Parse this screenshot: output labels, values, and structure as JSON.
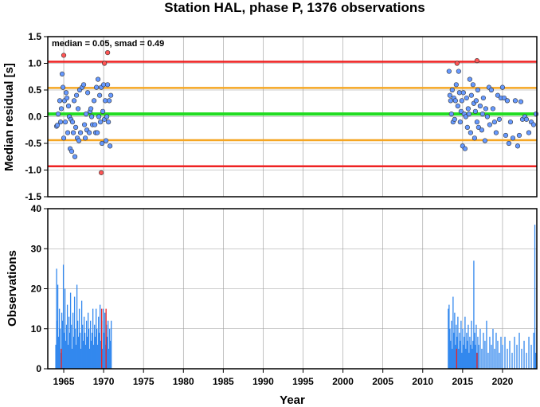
{
  "chart_data": [
    {
      "type": "scatter",
      "title": "Station HAL, phase P, 1376 observations",
      "xlabel": "",
      "ylabel": "Median residual [s]",
      "annotation": "median = 0.05, smad = 0.49",
      "xlim": [
        1963.0,
        2024.3
      ],
      "ylim": [
        -1.5,
        1.5
      ],
      "yticks": [
        "1.5",
        "1.0",
        "0.5",
        "0.0",
        "-0.5",
        "-1.0",
        "-1.5"
      ],
      "reference_lines": [
        {
          "name": "median",
          "value": 0.05,
          "color": "#22dd22"
        },
        {
          "name": "median +/- 1 smad",
          "values": [
            0.54,
            -0.44
          ],
          "color": "#f5a623"
        },
        {
          "name": "median +/- 2 smad",
          "values": [
            1.03,
            -0.93
          ],
          "color": "#ee2222"
        }
      ],
      "colors": {
        "inlier": "#6699ff",
        "outlier": "#ff5555"
      },
      "series": [
        {
          "kind": "inlier",
          "points": [
            [
              1964.1,
              -0.18
            ],
            [
              1964.2,
              -0.16
            ],
            [
              1964.3,
              0.05
            ],
            [
              1964.5,
              0.3
            ],
            [
              1964.6,
              -0.1
            ],
            [
              1964.7,
              0.15
            ],
            [
              1964.8,
              0.8
            ],
            [
              1964.9,
              0.55
            ],
            [
              1965.0,
              -0.4
            ],
            [
              1965.1,
              0.3
            ],
            [
              1965.2,
              -0.1
            ],
            [
              1965.3,
              0.45
            ],
            [
              1965.4,
              0.35
            ],
            [
              1965.5,
              -0.3
            ],
            [
              1965.6,
              0.2
            ],
            [
              1965.7,
              0.0
            ],
            [
              1965.8,
              -0.6
            ],
            [
              1965.9,
              -0.05
            ],
            [
              1966.0,
              -0.65
            ],
            [
              1966.1,
              -0.1
            ],
            [
              1966.2,
              -0.3
            ],
            [
              1966.3,
              0.3
            ],
            [
              1966.4,
              -0.75
            ],
            [
              1966.5,
              -0.2
            ],
            [
              1966.6,
              0.4
            ],
            [
              1966.7,
              -0.4
            ],
            [
              1966.8,
              0.15
            ],
            [
              1966.9,
              -0.45
            ],
            [
              1967.0,
              0.5
            ],
            [
              1967.1,
              -0.3
            ],
            [
              1967.3,
              0.55
            ],
            [
              1967.5,
              0.6
            ],
            [
              1967.6,
              -0.15
            ],
            [
              1967.7,
              -0.4
            ],
            [
              1967.8,
              0.05
            ],
            [
              1967.9,
              -0.25
            ],
            [
              1968.0,
              0.45
            ],
            [
              1968.2,
              -0.3
            ],
            [
              1968.3,
              0.1
            ],
            [
              1968.4,
              0.15
            ],
            [
              1968.5,
              0.0
            ],
            [
              1968.6,
              -0.15
            ],
            [
              1968.8,
              0.3
            ],
            [
              1968.9,
              -0.15
            ],
            [
              1969.0,
              -0.3
            ],
            [
              1969.1,
              0.55
            ],
            [
              1969.2,
              -0.3
            ],
            [
              1969.3,
              0.7
            ],
            [
              1969.4,
              0.0
            ],
            [
              1969.5,
              0.4
            ],
            [
              1969.6,
              -0.1
            ],
            [
              1969.7,
              0.55
            ],
            [
              1969.8,
              -0.5
            ],
            [
              1969.9,
              0.1
            ],
            [
              1970.0,
              0.6
            ],
            [
              1970.1,
              -0.05
            ],
            [
              1970.2,
              0.3
            ],
            [
              1970.3,
              -0.45
            ],
            [
              1970.4,
              0.0
            ],
            [
              1970.5,
              0.6
            ],
            [
              1970.6,
              -0.1
            ],
            [
              1970.7,
              0.3
            ],
            [
              1970.8,
              -0.55
            ],
            [
              1970.9,
              0.4
            ],
            [
              2013.3,
              0.85
            ],
            [
              2013.4,
              0.4
            ],
            [
              2013.5,
              0.3
            ],
            [
              2013.6,
              0.05
            ],
            [
              2013.7,
              0.5
            ],
            [
              2013.8,
              -0.1
            ],
            [
              2013.9,
              0.35
            ],
            [
              2014.0,
              -0.05
            ],
            [
              2014.1,
              0.3
            ],
            [
              2014.2,
              0.6
            ],
            [
              2014.4,
              0.2
            ],
            [
              2014.5,
              0.85
            ],
            [
              2014.6,
              0.45
            ],
            [
              2014.7,
              -0.1
            ],
            [
              2014.8,
              0.1
            ],
            [
              2014.9,
              0.3
            ],
            [
              2015.0,
              -0.55
            ],
            [
              2015.1,
              0.45
            ],
            [
              2015.2,
              0.05
            ],
            [
              2015.3,
              -0.6
            ],
            [
              2015.4,
              0.0
            ],
            [
              2015.5,
              0.35
            ],
            [
              2015.6,
              -0.2
            ],
            [
              2015.7,
              0.15
            ],
            [
              2015.8,
              0.05
            ],
            [
              2015.9,
              0.7
            ],
            [
              2016.0,
              -0.3
            ],
            [
              2016.1,
              0.4
            ],
            [
              2016.3,
              0.6
            ],
            [
              2016.4,
              0.25
            ],
            [
              2016.5,
              -0.4
            ],
            [
              2016.6,
              0.1
            ],
            [
              2016.7,
              0.3
            ],
            [
              2016.8,
              -0.1
            ],
            [
              2016.9,
              0.5
            ],
            [
              2017.0,
              -0.2
            ],
            [
              2017.2,
              0.2
            ],
            [
              2017.4,
              -0.25
            ],
            [
              2017.5,
              0.05
            ],
            [
              2017.6,
              0.35
            ],
            [
              2017.8,
              -0.45
            ],
            [
              2017.9,
              0.15
            ],
            [
              2018.1,
              0.0
            ],
            [
              2018.3,
              0.55
            ],
            [
              2018.4,
              -0.15
            ],
            [
              2018.6,
              0.5
            ],
            [
              2018.8,
              0.15
            ],
            [
              2019.0,
              -0.1
            ],
            [
              2019.2,
              -0.3
            ],
            [
              2019.4,
              0.4
            ],
            [
              2019.6,
              -0.05
            ],
            [
              2019.8,
              0.35
            ],
            [
              2020.0,
              0.55
            ],
            [
              2020.2,
              0.35
            ],
            [
              2020.4,
              -0.35
            ],
            [
              2020.6,
              0.3
            ],
            [
              2020.8,
              -0.5
            ],
            [
              2021.0,
              -0.1
            ],
            [
              2021.3,
              -0.4
            ],
            [
              2021.6,
              0.3
            ],
            [
              2021.9,
              -0.55
            ],
            [
              2022.1,
              -0.35
            ],
            [
              2022.3,
              0.28
            ],
            [
              2022.5,
              -0.05
            ],
            [
              2022.8,
              0.0
            ],
            [
              2023.0,
              -0.05
            ],
            [
              2023.3,
              -0.3
            ],
            [
              2023.6,
              -0.1
            ],
            [
              2023.9,
              -0.15
            ],
            [
              2024.2,
              0.05
            ]
          ]
        },
        {
          "kind": "outlier",
          "points": [
            [
              1965.0,
              1.15
            ],
            [
              1969.7,
              -1.05
            ],
            [
              1970.1,
              1.0
            ],
            [
              1970.5,
              1.2
            ],
            [
              2014.3,
              1.0
            ],
            [
              2016.8,
              1.05
            ]
          ]
        }
      ]
    },
    {
      "type": "bar",
      "title": "",
      "xlabel": "Year",
      "ylabel": "Observations",
      "xlim": [
        1963.0,
        2024.3
      ],
      "ylim": [
        0,
        40
      ],
      "yticks": [
        "40",
        "30",
        "20",
        "10",
        "0"
      ],
      "xticks": [
        "1965",
        "1970",
        "1975",
        "1980",
        "1985",
        "1990",
        "1995",
        "2000",
        "2005",
        "2010",
        "2015",
        "2020"
      ],
      "colors": {
        "bars": "#3388ee",
        "outlier_bars": "#ee2222"
      },
      "bars": [
        [
          1964.0,
          6
        ],
        [
          1964.1,
          25
        ],
        [
          1964.15,
          12
        ],
        [
          1964.25,
          21
        ],
        [
          1964.35,
          8
        ],
        [
          1964.45,
          15
        ],
        [
          1964.55,
          10
        ],
        [
          1964.65,
          4
        ],
        [
          1964.75,
          14
        ],
        [
          1964.85,
          12
        ],
        [
          1964.95,
          26
        ],
        [
          1965.05,
          9
        ],
        [
          1965.15,
          20
        ],
        [
          1965.25,
          7
        ],
        [
          1965.35,
          11
        ],
        [
          1965.45,
          16
        ],
        [
          1965.55,
          6
        ],
        [
          1965.65,
          13
        ],
        [
          1965.75,
          9
        ],
        [
          1965.85,
          19
        ],
        [
          1965.95,
          11
        ],
        [
          1966.05,
          5
        ],
        [
          1966.15,
          14
        ],
        [
          1966.25,
          8
        ],
        [
          1966.35,
          18
        ],
        [
          1966.45,
          10
        ],
        [
          1966.55,
          6
        ],
        [
          1966.65,
          21
        ],
        [
          1966.75,
          12
        ],
        [
          1966.85,
          8
        ],
        [
          1966.95,
          15
        ],
        [
          1967.05,
          9
        ],
        [
          1967.15,
          5
        ],
        [
          1967.25,
          17
        ],
        [
          1967.35,
          11
        ],
        [
          1967.45,
          7
        ],
        [
          1967.55,
          13
        ],
        [
          1967.65,
          9
        ],
        [
          1967.75,
          6
        ],
        [
          1967.85,
          12
        ],
        [
          1967.95,
          8
        ],
        [
          1968.05,
          14
        ],
        [
          1968.15,
          10
        ],
        [
          1968.25,
          5
        ],
        [
          1968.35,
          12
        ],
        [
          1968.45,
          7
        ],
        [
          1968.55,
          9
        ],
        [
          1968.65,
          15
        ],
        [
          1968.75,
          6
        ],
        [
          1968.85,
          11
        ],
        [
          1968.95,
          8
        ],
        [
          1969.05,
          15
        ],
        [
          1969.15,
          10
        ],
        [
          1969.25,
          6
        ],
        [
          1969.35,
          13
        ],
        [
          1969.45,
          9
        ],
        [
          1969.55,
          16
        ],
        [
          1969.65,
          7
        ],
        [
          1969.75,
          12
        ],
        [
          1969.85,
          5
        ],
        [
          1969.95,
          15
        ],
        [
          1970.05,
          9
        ],
        [
          1970.15,
          14
        ],
        [
          1970.25,
          6
        ],
        [
          1970.35,
          11
        ],
        [
          1970.45,
          8
        ],
        [
          1970.55,
          12
        ],
        [
          1970.65,
          5
        ],
        [
          1970.75,
          10
        ],
        [
          1970.85,
          7
        ],
        [
          1970.95,
          12
        ],
        [
          2013.2,
          15
        ],
        [
          2013.3,
          16
        ],
        [
          2013.4,
          10
        ],
        [
          2013.5,
          7
        ],
        [
          2013.6,
          12
        ],
        [
          2013.7,
          5
        ],
        [
          2013.8,
          18
        ],
        [
          2013.9,
          9
        ],
        [
          2014.0,
          14
        ],
        [
          2014.1,
          6
        ],
        [
          2014.2,
          11
        ],
        [
          2014.3,
          8
        ],
        [
          2014.4,
          13
        ],
        [
          2014.5,
          5
        ],
        [
          2014.6,
          9
        ],
        [
          2014.7,
          7
        ],
        [
          2014.8,
          12
        ],
        [
          2014.9,
          4
        ],
        [
          2015.0,
          10
        ],
        [
          2015.1,
          6
        ],
        [
          2015.2,
          8
        ],
        [
          2015.3,
          13
        ],
        [
          2015.4,
          5
        ],
        [
          2015.5,
          9
        ],
        [
          2015.6,
          7
        ],
        [
          2015.7,
          11
        ],
        [
          2015.8,
          4
        ],
        [
          2015.9,
          8
        ],
        [
          2016.0,
          6
        ],
        [
          2016.1,
          12
        ],
        [
          2016.2,
          5
        ],
        [
          2016.3,
          7
        ],
        [
          2016.4,
          27
        ],
        [
          2016.5,
          9
        ],
        [
          2016.6,
          6
        ],
        [
          2016.7,
          11
        ],
        [
          2016.8,
          4
        ],
        [
          2016.9,
          8
        ],
        [
          2017.0,
          6
        ],
        [
          2017.2,
          10
        ],
        [
          2017.4,
          5
        ],
        [
          2017.6,
          9
        ],
        [
          2017.8,
          7
        ],
        [
          2018.0,
          12
        ],
        [
          2018.2,
          4
        ],
        [
          2018.4,
          8
        ],
        [
          2018.6,
          6
        ],
        [
          2018.8,
          10
        ],
        [
          2019.0,
          5
        ],
        [
          2019.2,
          9
        ],
        [
          2019.4,
          7
        ],
        [
          2019.6,
          4
        ],
        [
          2019.8,
          8
        ],
        [
          2020.0,
          6
        ],
        [
          2020.3,
          8
        ],
        [
          2020.6,
          5
        ],
        [
          2020.9,
          7
        ],
        [
          2021.2,
          4
        ],
        [
          2021.5,
          8
        ],
        [
          2021.8,
          6
        ],
        [
          2022.1,
          9
        ],
        [
          2022.4,
          5
        ],
        [
          2022.7,
          7
        ],
        [
          2023.0,
          4
        ],
        [
          2023.3,
          8
        ],
        [
          2023.6,
          6
        ],
        [
          2023.9,
          9
        ],
        [
          2024.05,
          36
        ],
        [
          2024.15,
          4
        ]
      ],
      "outlier_bars": [
        [
          1964.7,
          5
        ],
        [
          1969.75,
          15
        ],
        [
          1970.3,
          15
        ],
        [
          2014.25,
          5
        ],
        [
          2016.8,
          4
        ]
      ]
    }
  ]
}
